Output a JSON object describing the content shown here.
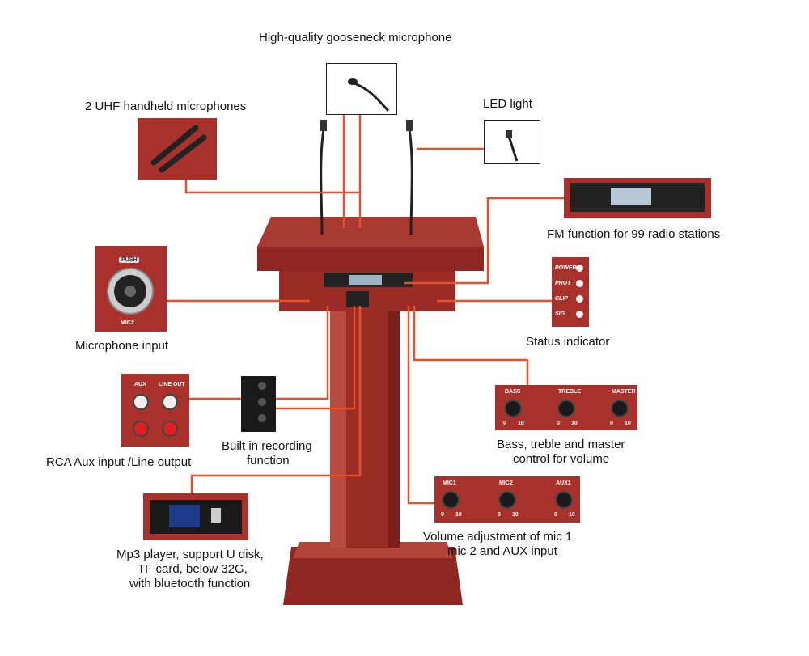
{
  "labels": {
    "gooseneck": "High-quality gooseneck microphone",
    "handheld": "2 UHF handheld microphones",
    "led": "LED  light",
    "fm": "FM function for 99 radio stations",
    "mic_input": "Microphone input",
    "status": "Status indicator",
    "rca_line1": "RCA Aux input  /Line output",
    "recording_line1": "Built in recording",
    "recording_line2": "function",
    "tone_line1": "Bass, treble and master",
    "tone_line2": "control for volume",
    "mp3_line1": "Mp3 player, support U disk,",
    "mp3_line2": "TF card, below 32G,",
    "mp3_line3": "with bluetooth function",
    "vol_line1": "Volume adjustment of mic 1,",
    "vol_line2": "mic 2 and AUX input"
  },
  "panels": {
    "mic2_push": "PUSH",
    "mic2": "MIC2",
    "aux": "AUX",
    "line_out": "LINE OUT",
    "status_items": [
      "POWER",
      "PROT",
      "CLIP",
      "SIG"
    ],
    "tone_knobs": [
      "BASS",
      "TREBLE",
      "MASTER"
    ],
    "vol_knobs": [
      "MIC1",
      "MIC2",
      "AUX1"
    ],
    "knob_min": "0",
    "knob_max": "10"
  },
  "colors": {
    "connector": "#e8502a",
    "wood": "#a8322b",
    "wood_dark": "#7a1f1a"
  }
}
